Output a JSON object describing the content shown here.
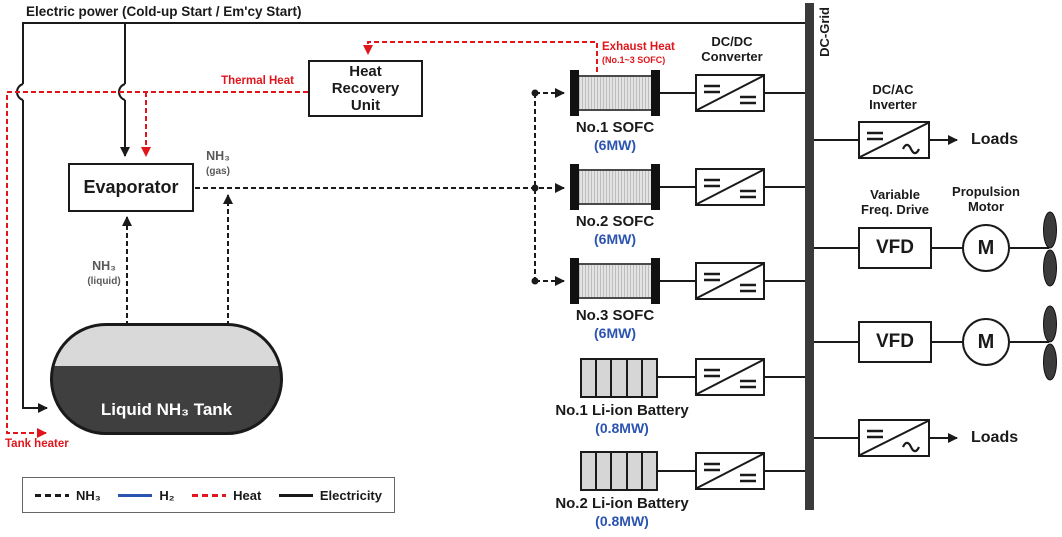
{
  "diagram_title": "Electric power (Cold-up Start / Em'cy Start)",
  "colors": {
    "heat_red": "#e0161c",
    "power_blue": "#2b54b0",
    "line_black": "#1a1a1a",
    "tank_liquid": "#3f3f3f",
    "tank_gas": "#d9d9d9"
  },
  "boxes": {
    "heat_recovery_unit": "Heat Recovery Unit",
    "evaporator": "Evaporator"
  },
  "tank": {
    "label": "Liquid NH₃ Tank",
    "heater_label": "Tank heater"
  },
  "flows": {
    "thermal_heat": "Thermal Heat",
    "exhaust_heat": "Exhaust Heat",
    "exhaust_heat_sub": "(No.1~3 SOFC)",
    "nh3_gas_1": "NH₃",
    "nh3_gas_2": "(gas)",
    "nh3_liquid_1": "NH₃",
    "nh3_liquid_2": "(liquid)"
  },
  "sofc_units": [
    {
      "name": "No.1 SOFC",
      "power": "(6MW)"
    },
    {
      "name": "No.2 SOFC",
      "power": "(6MW)"
    },
    {
      "name": "No.3 SOFC",
      "power": "(6MW)"
    }
  ],
  "batteries": [
    {
      "name": "No.1 Li-ion Battery",
      "power": "(0.8MW)"
    },
    {
      "name": "No.2 Li-ion Battery",
      "power": "(0.8MW)"
    }
  ],
  "converters": {
    "dcdc_1": "DC/DC",
    "dcdc_2": "Converter",
    "dcac_1": "DC/AC",
    "dcac_2": "Inverter"
  },
  "grid": {
    "label": "DC-Grid"
  },
  "drives": {
    "vfd_title_1": "Variable",
    "vfd_title_2": "Freq. Drive",
    "motor_title_1": "Propulsion",
    "motor_title_2": "Motor",
    "vfd": "VFD",
    "motor": "M"
  },
  "loads_label": "Loads",
  "legend": {
    "items": [
      {
        "label": "NH₃",
        "line": "dashed-black"
      },
      {
        "label": "H₂",
        "line": "solid-blue"
      },
      {
        "label": "Heat",
        "line": "dashed-red"
      },
      {
        "label": "Electricity",
        "line": "solid-black"
      }
    ]
  }
}
